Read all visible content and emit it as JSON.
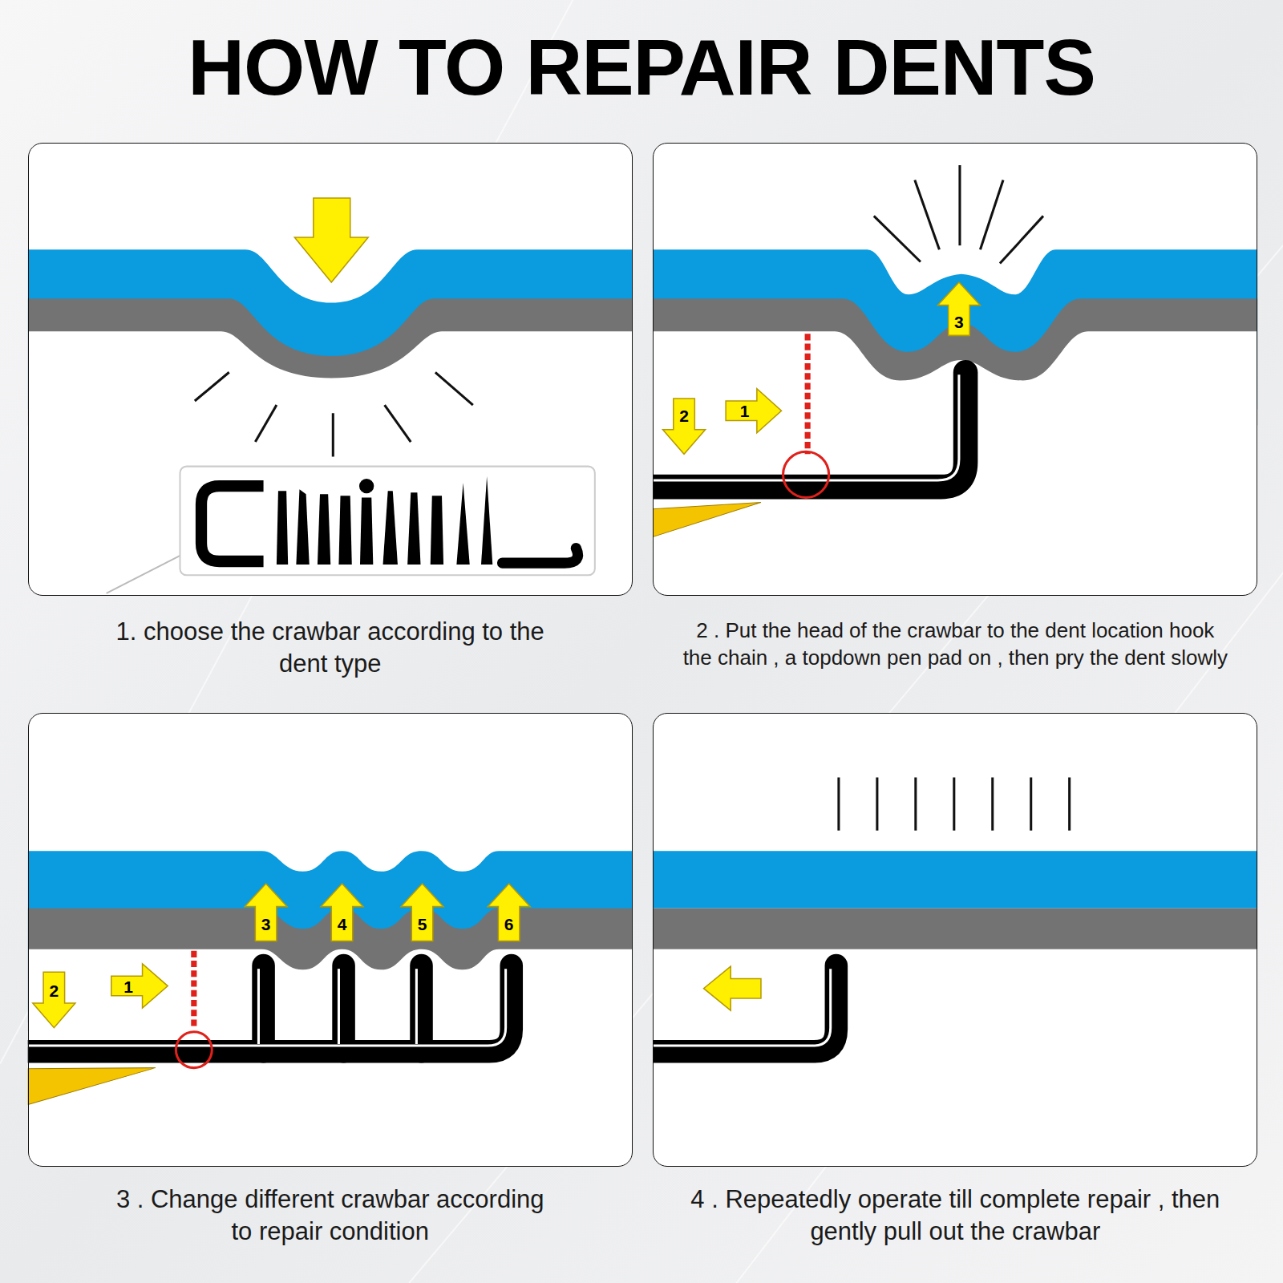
{
  "diagram": {
    "title": "HOW TO REPAIR DENTS",
    "nodes": [
      {
        "text": [
          "1. choose the crawbar according to the dent type"
        ]
      },
      {
        "text": [
          "2 . Put the head of the crawbar to the dent location hook the chain , a topdown pen pad on , then pry the dent slowly"
        ]
      },
      {
        "text": [
          "3 . Change different crawbar according to repair condition"
        ]
      },
      {
        "text": [
          "4 . Repeatedly operate till complete repair , then gently pull out the crawbar"
        ]
      }
    ],
    "labels": [
      "2",
      "1",
      "3",
      "2",
      "1",
      "3",
      "4",
      "5",
      "6"
    ]
  }
}
